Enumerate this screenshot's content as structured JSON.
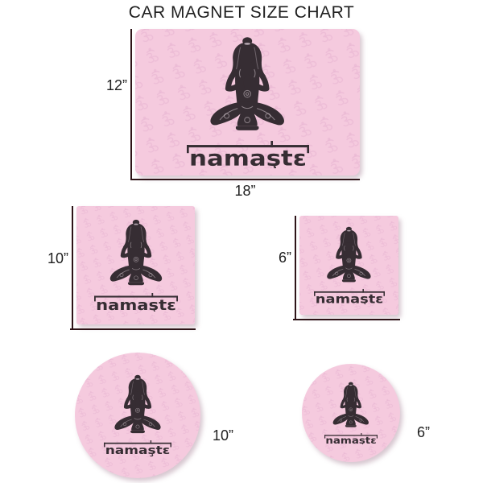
{
  "title": "CAR MAGNET SIZE CHART",
  "wordmark": {
    "word": "namaste",
    "display": "namaştɛ"
  },
  "magnets": [
    {
      "id": "rectangle-18x12",
      "shape": "rounded-rectangle",
      "width_label": "18”",
      "height_label": "12”"
    },
    {
      "id": "square-10",
      "shape": "square",
      "size_label": "10”"
    },
    {
      "id": "square-6",
      "shape": "square",
      "size_label": "6”"
    },
    {
      "id": "circle-10",
      "shape": "circle",
      "size_label": "10”"
    },
    {
      "id": "circle-6",
      "shape": "circle",
      "size_label": "6”"
    }
  ],
  "colors": {
    "magnet_background": "#f5cade",
    "pattern_om": "#e9b6d2",
    "figure_silhouette": "#362d33",
    "dimension_line": "#2e1418",
    "label_text": "#1f1f1f",
    "page_background": "#ffffff"
  },
  "icons": {
    "yoga_figure": "meditating-woman-silhouette-icon",
    "background_pattern": "om-symbol-pattern"
  }
}
